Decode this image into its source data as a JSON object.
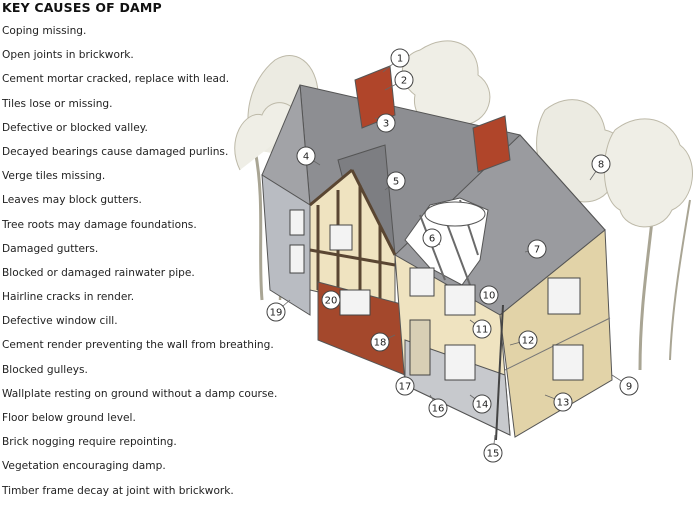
{
  "title": "KEY CAUSES OF DAMP",
  "causes": [
    "Coping missing.",
    "Open joints in brickwork.",
    "Cement mortar cracked, replace with lead.",
    "Tiles lose or missing.",
    "Defective or blocked valley.",
    "Decayed bearings cause damaged purlins.",
    "Verge tiles missing.",
    "Leaves may block gutters.",
    "Tree roots may damage foundations.",
    "Damaged gutters.",
    "Blocked or damaged rainwater pipe.",
    "Hairline cracks in render.",
    "Defective window cill.",
    "Cement render preventing the wall from breathing.",
    "Blocked gulleys.",
    "Wallplate resting on ground without a damp course.",
    "Floor below ground level.",
    "Brick nogging require repointing.",
    "Vegetation encouraging damp.",
    "Timber frame decay at joint with brickwork."
  ],
  "markers": [
    "1",
    "2",
    "3",
    "4",
    "5",
    "6",
    "7",
    "8",
    "9",
    "10",
    "11",
    "12",
    "13",
    "14",
    "15",
    "16",
    "17",
    "18",
    "19",
    "20"
  ],
  "colors": {
    "roof": "#8d8e92",
    "roof_dark": "#6f7074",
    "chimney": "#b0452a",
    "render": "#efe3c0",
    "render_side": "#e2d3a8",
    "brick": "#a4482c",
    "timber": "#5a4632",
    "grey_wall": "#b9bcc2",
    "tree": "#d9d6c8",
    "outline": "#555555"
  }
}
